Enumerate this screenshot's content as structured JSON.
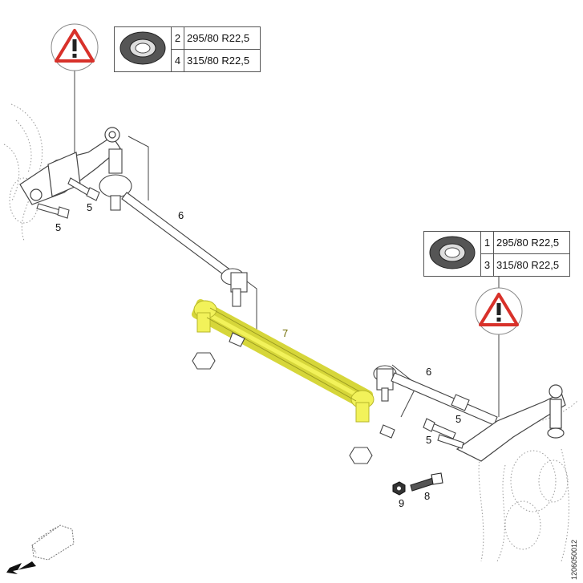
{
  "tire_table_left": {
    "rows": [
      {
        "position": "2",
        "size": "295/80 R22,5"
      },
      {
        "position": "4",
        "size": "315/80 R22,5"
      }
    ]
  },
  "tire_table_right": {
    "rows": [
      {
        "position": "1",
        "size": "295/80 R22,5"
      },
      {
        "position": "3",
        "size": "315/80 R22,5"
      }
    ]
  },
  "callouts": {
    "bolt_left_upper": "5",
    "bolt_left_lower": "5",
    "tie_rod_left": "6",
    "track_rod": "7",
    "tie_rod_right": "6",
    "bolt_right_upper": "5",
    "bolt_right_lower": "5",
    "bolt_bottom": "8",
    "nut_bottom": "9"
  },
  "drawing_code": "1206050012",
  "icons": {
    "warning": "warning-triangle-icon",
    "tire": "tire-icon",
    "vehicle_direction": "van-direction-icon"
  },
  "colors": {
    "highlight": "#f2f25a",
    "warning_red": "#d8312a",
    "line": "#444444"
  }
}
